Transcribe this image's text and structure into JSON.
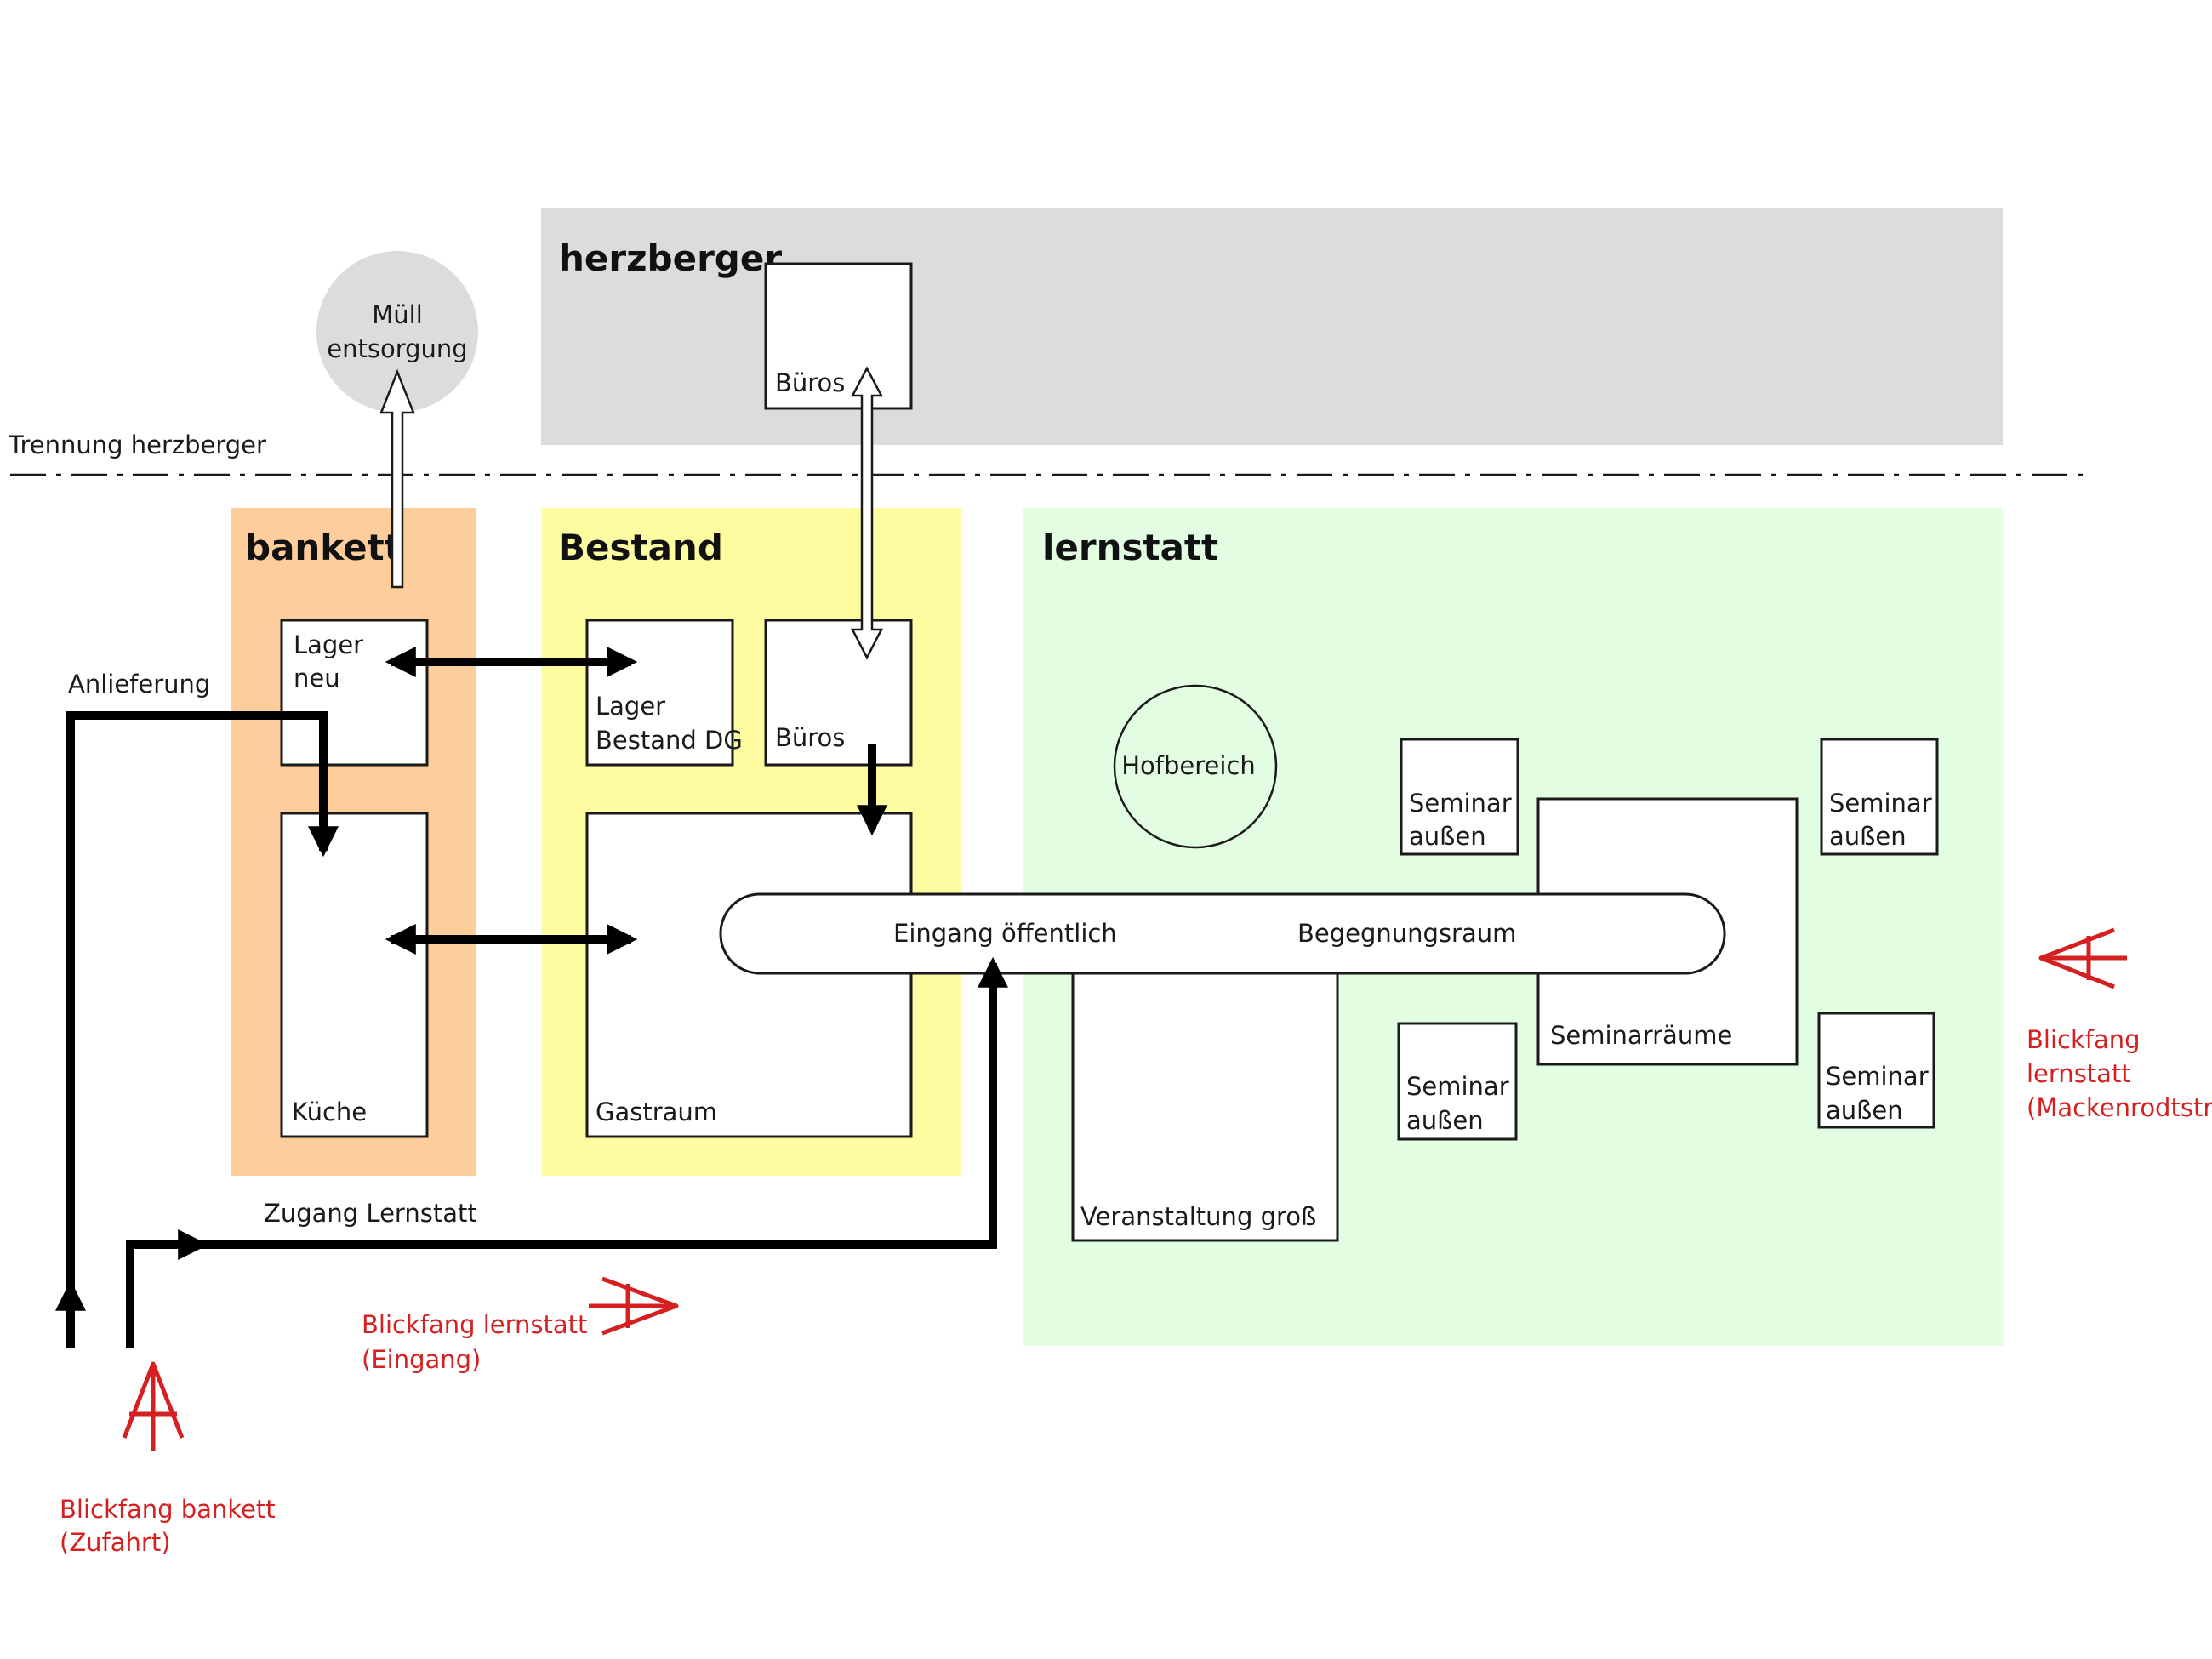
{
  "zones": {
    "herzberger": {
      "title": "herzberger",
      "color": "#dcdcdc"
    },
    "bankett": {
      "title": "bankett",
      "color": "#fdcd9c"
    },
    "bestand": {
      "title": "Bestand",
      "color": "#fefca0"
    },
    "lernstatt": {
      "title": "lernstatt",
      "color": "#e3fde2"
    }
  },
  "labels": {
    "trennung": "Trennung herzberger",
    "muell_1": "Müll",
    "muell_2": "entsorgung",
    "bueros_top": "Büros",
    "bueros_bestand": "Büros",
    "lager_neu_1": "Lager",
    "lager_neu_2": "neu",
    "lager_bestand_1": "Lager",
    "lager_bestand_2": "Bestand DG",
    "kueche": "Küche",
    "gastraum": "Gastraum",
    "anlieferung": "Anlieferung",
    "zugang": "Zugang Lernstatt",
    "eingang": "Eingang öffentlich",
    "begegnung": "Begegnungsraum",
    "hofbereich": "Hofbereich",
    "seminar_1a": "Seminar",
    "seminar_1b": "außen",
    "seminar_2a": "Seminar",
    "seminar_2b": "außen",
    "seminar_3a": "Seminar",
    "seminar_3b": "außen",
    "seminar_4a": "Seminar",
    "seminar_4b": "außen",
    "seminarraeume": "Seminarräume",
    "veranstaltung": "Veranstaltung groß"
  },
  "eyecatchers": {
    "lernstatt_eingang_1": "Blickfang lernstatt",
    "lernstatt_eingang_2": "(Eingang)",
    "bankett_1": "Blickfang bankett",
    "bankett_2": "(Zufahrt)",
    "mackenrodt_1": "Blickfang",
    "mackenrodt_2": "lernstatt",
    "mackenrodt_3": "(Mackenrodtstr.)"
  },
  "colors": {
    "eyecatcher": "#d42020",
    "arrow": "#000000"
  }
}
